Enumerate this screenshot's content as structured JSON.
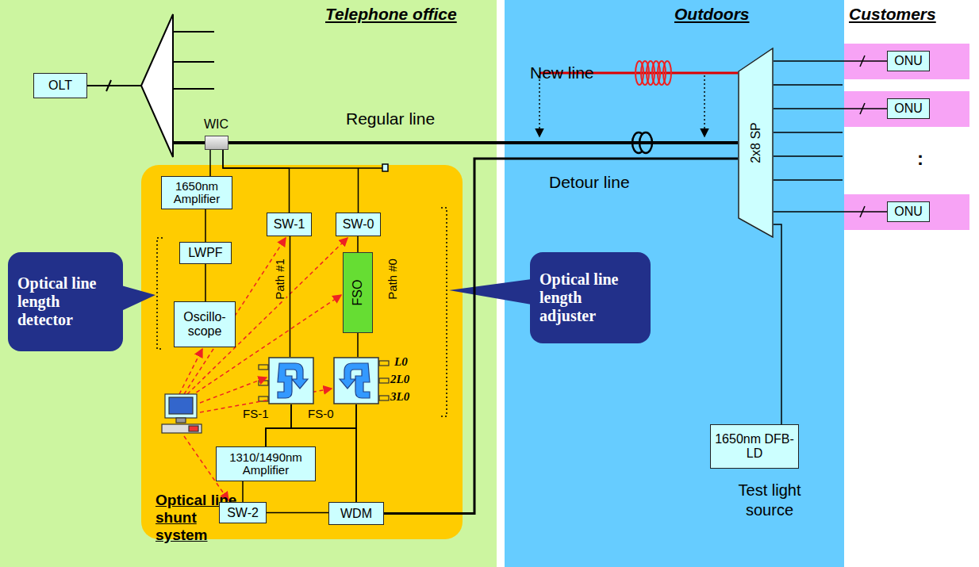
{
  "diagram": {
    "nodes": [
      {
        "text": [
          "Telephone office"
        ]
      },
      {
        "text": [
          "OLT"
        ],
        "in": 0
      },
      {
        "text": [
          "WIC"
        ],
        "in": 0
      },
      {
        "text": [
          "Optical line shunt system"
        ],
        "in": 0
      },
      {
        "text": [
          "1650nm Amplifier"
        ],
        "in": 3
      },
      {
        "text": [
          "LWPF"
        ],
        "in": 3
      },
      {
        "text": [
          "Oscillo- scope"
        ],
        "in": 3
      },
      {
        "text": [
          "SW-1"
        ],
        "in": 3
      },
      {
        "text": [
          "SW-0"
        ],
        "in": 3
      },
      {
        "text": [
          "FSO"
        ],
        "in": 3
      },
      {
        "text": [
          "FS-1"
        ],
        "in": 3
      },
      {
        "text": [
          "FS-0"
        ],
        "in": 3
      },
      {
        "text": [
          "1310/1490nm Amplifier"
        ],
        "in": 3
      },
      {
        "text": [
          "SW-2"
        ],
        "in": 3
      },
      {
        "text": [
          "WDM"
        ],
        "in": 3
      },
      {
        "text": [
          "Optical line length detector"
        ],
        "in": 0
      },
      {
        "text": [
          "Outdoors"
        ]
      },
      {
        "text": [
          "2x8 SP"
        ],
        "in": 16
      },
      {
        "text": [
          "1650nm DFB-LD",
          "Test light source"
        ],
        "in": 16
      },
      {
        "text": [
          "Optical line length adjuster"
        ],
        "in": 16
      },
      {
        "text": [
          "ONU"
        ]
      },
      {
        "text": [
          "ONU"
        ]
      },
      {
        "text": [
          "ONU"
        ]
      }
    ],
    "edges": [
      {
        "from": 2,
        "to": 17,
        "arrow": "none",
        "label": "Regular line"
      },
      {
        "from": 2,
        "to": 4,
        "arrow": "none"
      },
      {
        "from": 2,
        "to": 7,
        "arrow": "none"
      },
      {
        "from": 2,
        "to": 8,
        "arrow": "none"
      },
      {
        "from": 4,
        "to": 5,
        "arrow": "none"
      },
      {
        "from": 5,
        "to": 6,
        "arrow": "none"
      },
      {
        "from": 7,
        "to": 10,
        "arrow": "none"
      },
      {
        "from": 8,
        "to": 9,
        "arrow": "none"
      },
      {
        "from": 9,
        "to": 11,
        "arrow": "none"
      },
      {
        "from": 10,
        "to": 12,
        "arrow": "none"
      },
      {
        "from": 10,
        "to": 14,
        "arrow": "none"
      },
      {
        "from": 11,
        "to": 12,
        "arrow": "none"
      },
      {
        "from": 11,
        "to": 14,
        "arrow": "none"
      },
      {
        "from": 12,
        "to": 13,
        "arrow": "none"
      },
      {
        "from": 13,
        "to": 14,
        "arrow": "none"
      },
      {
        "from": 14,
        "to": 17,
        "arrow": "none",
        "label": "Detour line"
      },
      {
        "from": 17,
        "to": 20,
        "arrow": "none"
      },
      {
        "from": 17,
        "to": 21,
        "arrow": "none"
      },
      {
        "from": 17,
        "to": 22,
        "arrow": "none"
      },
      {
        "from": 17,
        "to": 18,
        "arrow": "none"
      }
    ],
    "labels": [
      "Customers",
      "New line",
      "Path #1",
      "Path #0",
      "L0",
      "2L0",
      "3L0",
      ":"
    ]
  }
}
